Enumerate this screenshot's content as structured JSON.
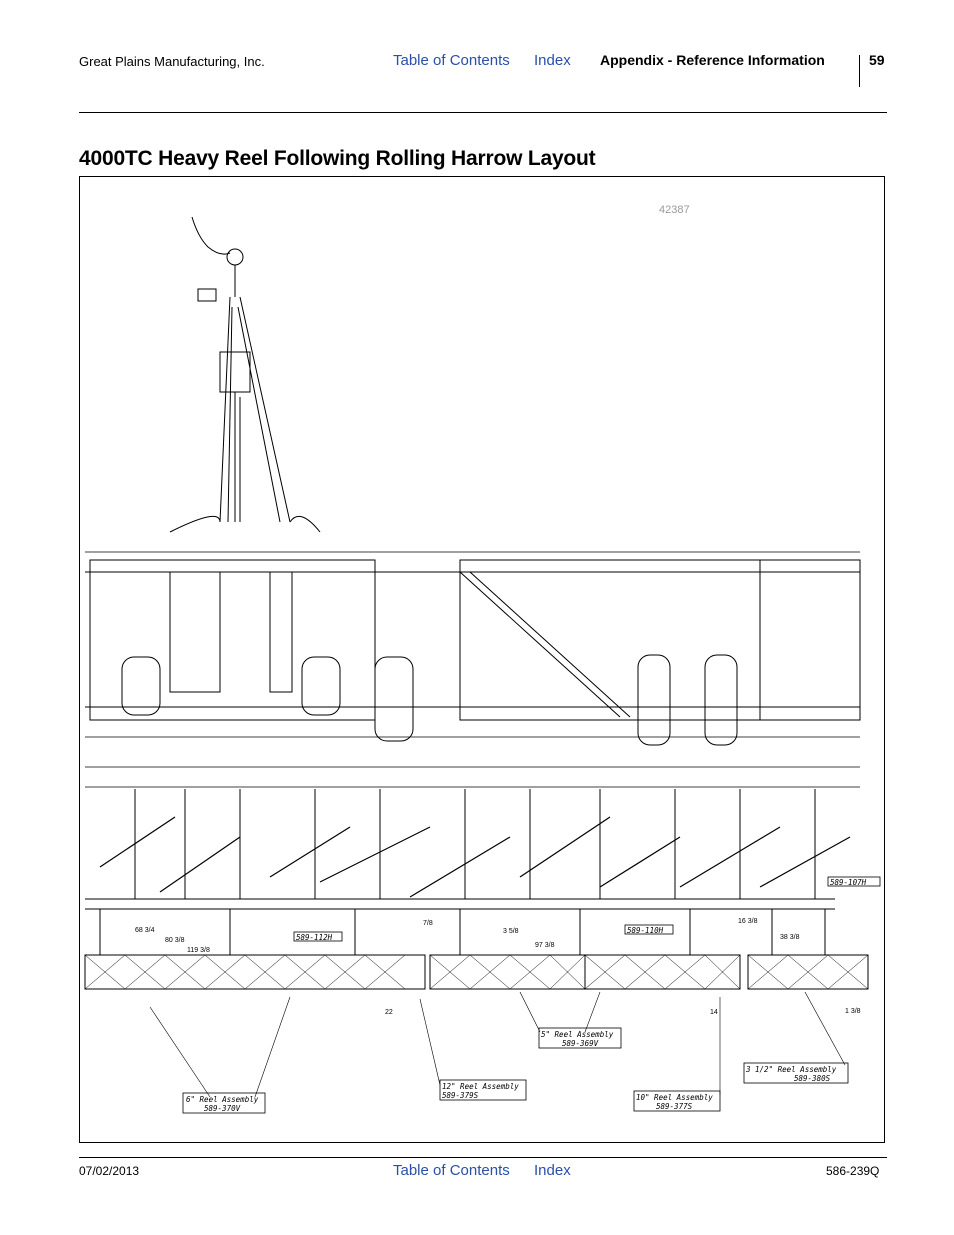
{
  "header": {
    "company": "Great Plains Manufacturing, Inc.",
    "toc_link": "Table of Contents",
    "index_link": "Index",
    "section": "Appendix - Reference Information",
    "page_number": "59"
  },
  "page_title": "4000TC Heavy Reel Following Rolling Harrow Layout",
  "figure": {
    "figure_number": "42387",
    "part_labels": [
      "589-112H",
      "589-110H",
      "589-107H"
    ],
    "callouts": [
      {
        "size": "6\" Reel Assembly",
        "part": "589-370V"
      },
      {
        "size": "12\" Reel Assembly",
        "part": "589-379S"
      },
      {
        "size": "5\" Reel Assembly",
        "part": "589-369V"
      },
      {
        "size": "10\" Reel Assembly",
        "part": "589-377S"
      },
      {
        "size": "3 1/2\" Reel Assembly",
        "part": "589-380S"
      }
    ],
    "dimensions": [
      "68 3/4",
      "80 3/8",
      "119 3/8",
      "7/8",
      "3 5/8",
      "97 3/8",
      "16 3/8",
      "38 3/8",
      "22",
      "14",
      "1 3/8"
    ]
  },
  "footer": {
    "date": "07/02/2013",
    "toc_link": "Table of Contents",
    "index_link": "Index",
    "doc_number": "586-239Q"
  }
}
